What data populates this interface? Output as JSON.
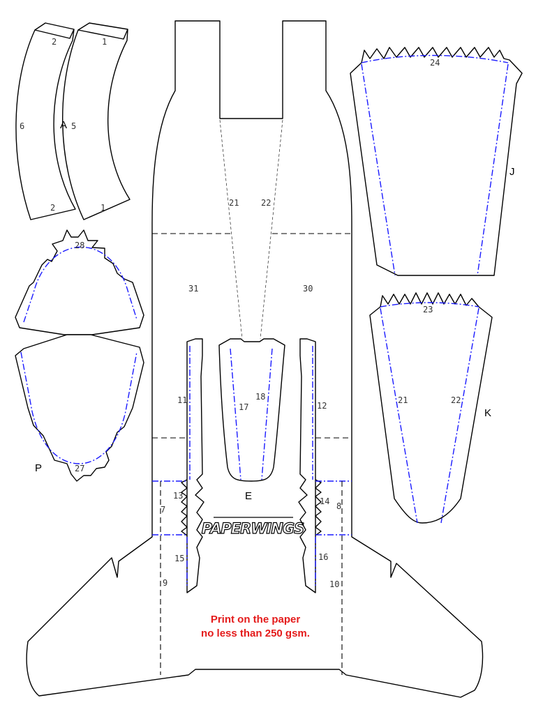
{
  "part_letters": {
    "a": "A",
    "e": "E",
    "j": "J",
    "k": "K",
    "p": "P"
  },
  "numbers": {
    "n1": "1",
    "n2": "2",
    "n5": "5",
    "n6": "6",
    "n7": "7",
    "n8": "8",
    "n9": "9",
    "n10": "10",
    "n11": "11",
    "n12": "12",
    "n13": "13",
    "n14": "14",
    "n15": "15",
    "n16": "16",
    "n17": "17",
    "n18": "18",
    "n21": "21",
    "n22": "22",
    "n23": "23",
    "n24": "24",
    "n27": "27",
    "n28": "28",
    "n30": "30",
    "n31": "31"
  },
  "logo_text": "PAPERWINGS",
  "note": {
    "line1": "Print on the paper",
    "line2": "no less than 250 gsm."
  },
  "colors": {
    "fold_line": "#1a1aff",
    "note_text": "#e41b1b",
    "cut_line": "#000000"
  }
}
